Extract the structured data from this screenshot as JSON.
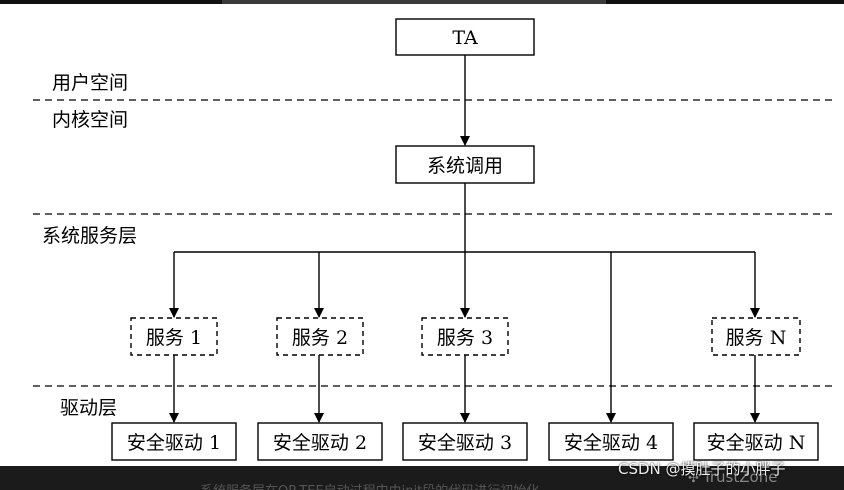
{
  "diagram": {
    "ta": "TA",
    "layers": {
      "user_space": "用户空间",
      "kernel_space": "内核空间",
      "system_service_layer": "系统服务层",
      "driver_layer": "驱动层"
    },
    "syscall": "系统调用",
    "services": [
      "服务 1",
      "服务 2",
      "服务 3",
      "服务 N"
    ],
    "drivers": [
      "安全驱动 1",
      "安全驱动 2",
      "安全驱动 3",
      "安全驱动 4",
      "安全驱动 N"
    ]
  },
  "watermarks": {
    "wechat_icon": "wechat-icon",
    "wechat": "TrustZone",
    "csdn": "CSDN @摸肚子的小胖子"
  },
  "caption": "系统服务层在OP-TEE启动过程中由init段的代码进行初始化"
}
